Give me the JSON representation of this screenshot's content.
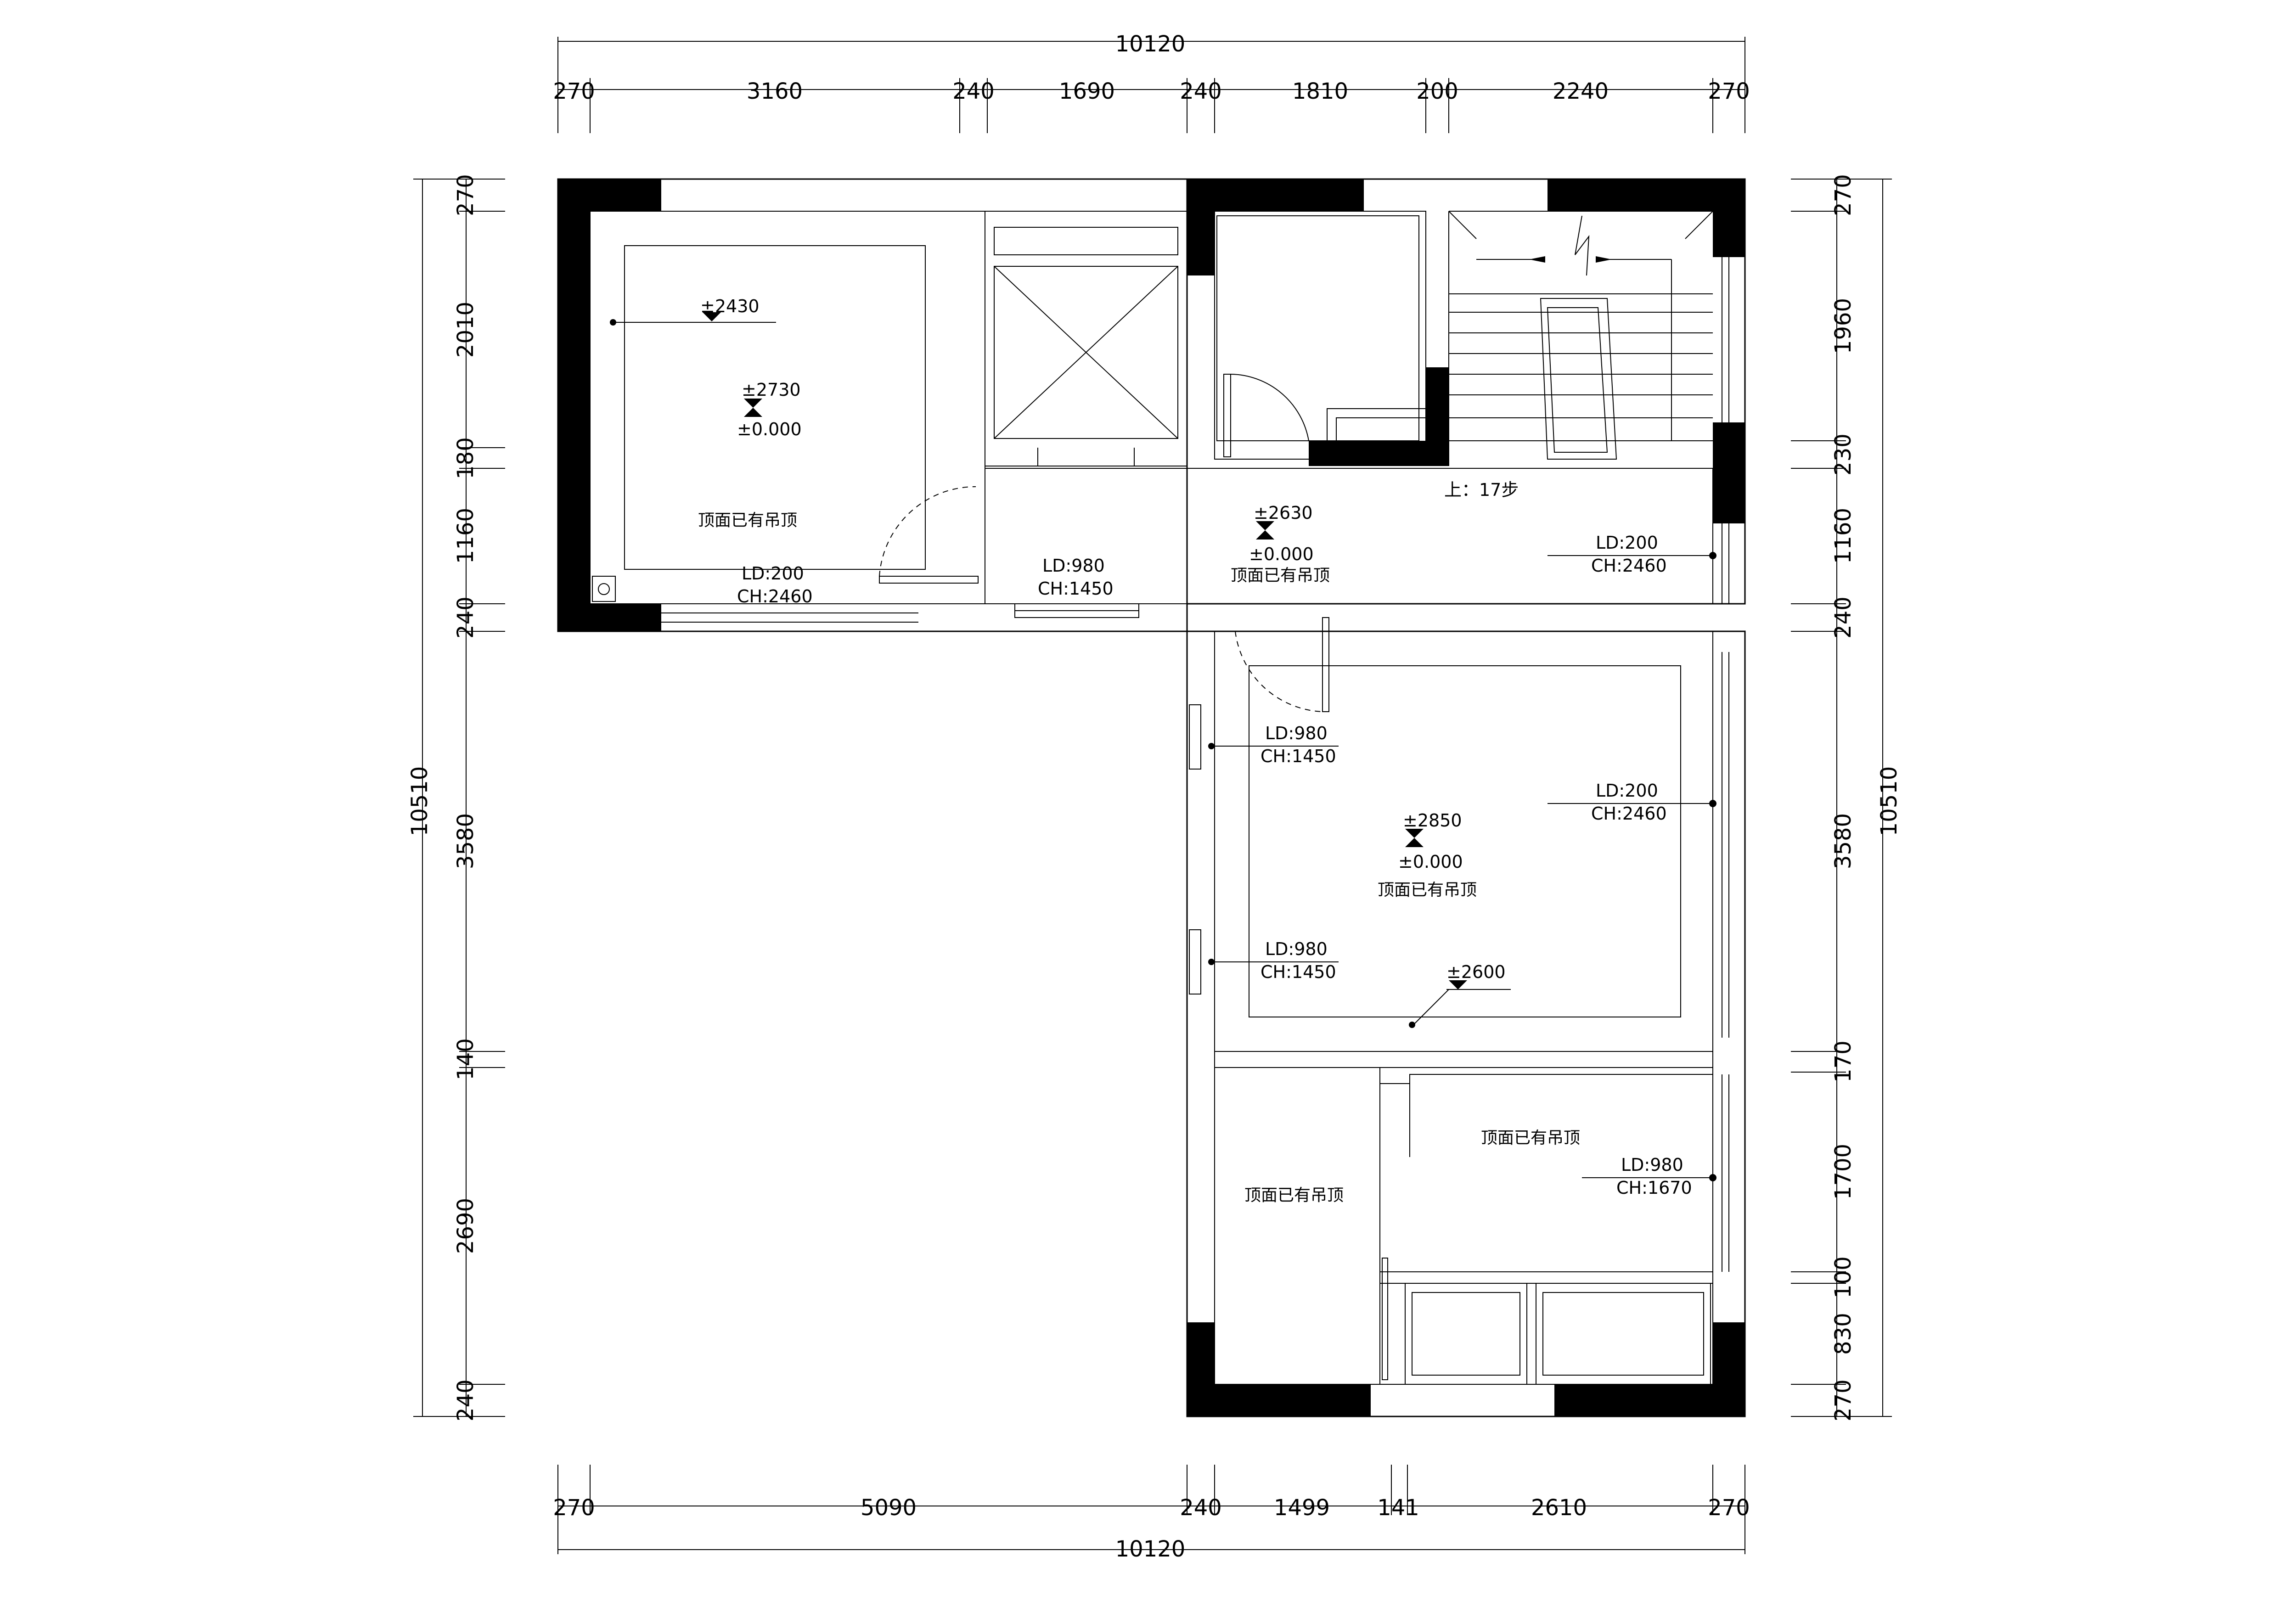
{
  "dimensions": {
    "top_total": "10120",
    "bottom_total": "10120",
    "left_total": "10510",
    "right_total": "10510",
    "top": [
      "270",
      "3160",
      "240",
      "1690",
      "240",
      "1810",
      "200",
      "2240",
      "270"
    ],
    "bottom": [
      "270",
      "5090",
      "240",
      "1499",
      "141",
      "2610",
      "270"
    ],
    "left": [
      "270",
      "2010",
      "180",
      "1160",
      "240",
      "3580",
      "140",
      "2690",
      "240"
    ],
    "right": [
      "270",
      "1960",
      "230",
      "1160",
      "240",
      "3580",
      "170",
      "1700",
      "100",
      "830",
      "270"
    ]
  },
  "annotations": {
    "room1_level": "±2430",
    "room1_level2": "±2730",
    "room1_floor": "±0.000",
    "room1_ceiling": "顶面已有吊顶",
    "room1_ld": "LD:200",
    "room1_ch": "CH:2460",
    "hall_level": "±2630",
    "hall_floor": "±0.000",
    "hall_ceiling": "顶面已有吊顶",
    "hall_ld": "LD:980",
    "hall_ch": "CH:1450",
    "stair_note": "上：17步",
    "stair_ld": "LD:200",
    "stair_ch": "CH:2460",
    "room3_ld1": "LD:980",
    "room3_ch1": "CH:1450",
    "room3_ld2": "LD:200",
    "room3_ch2": "CH:2460",
    "room3_level": "±2850",
    "room3_floor": "±0.000",
    "room3_ceiling": "顶面已有吊顶",
    "room3_ld3": "LD:980",
    "room3_ch3": "CH:1450",
    "room3_level2": "±2600",
    "room4_ceiling": "顶面已有吊顶",
    "room4_ld": "LD:980",
    "room4_ch": "CH:1670",
    "room5_ceiling": "顶面已有吊顶"
  }
}
